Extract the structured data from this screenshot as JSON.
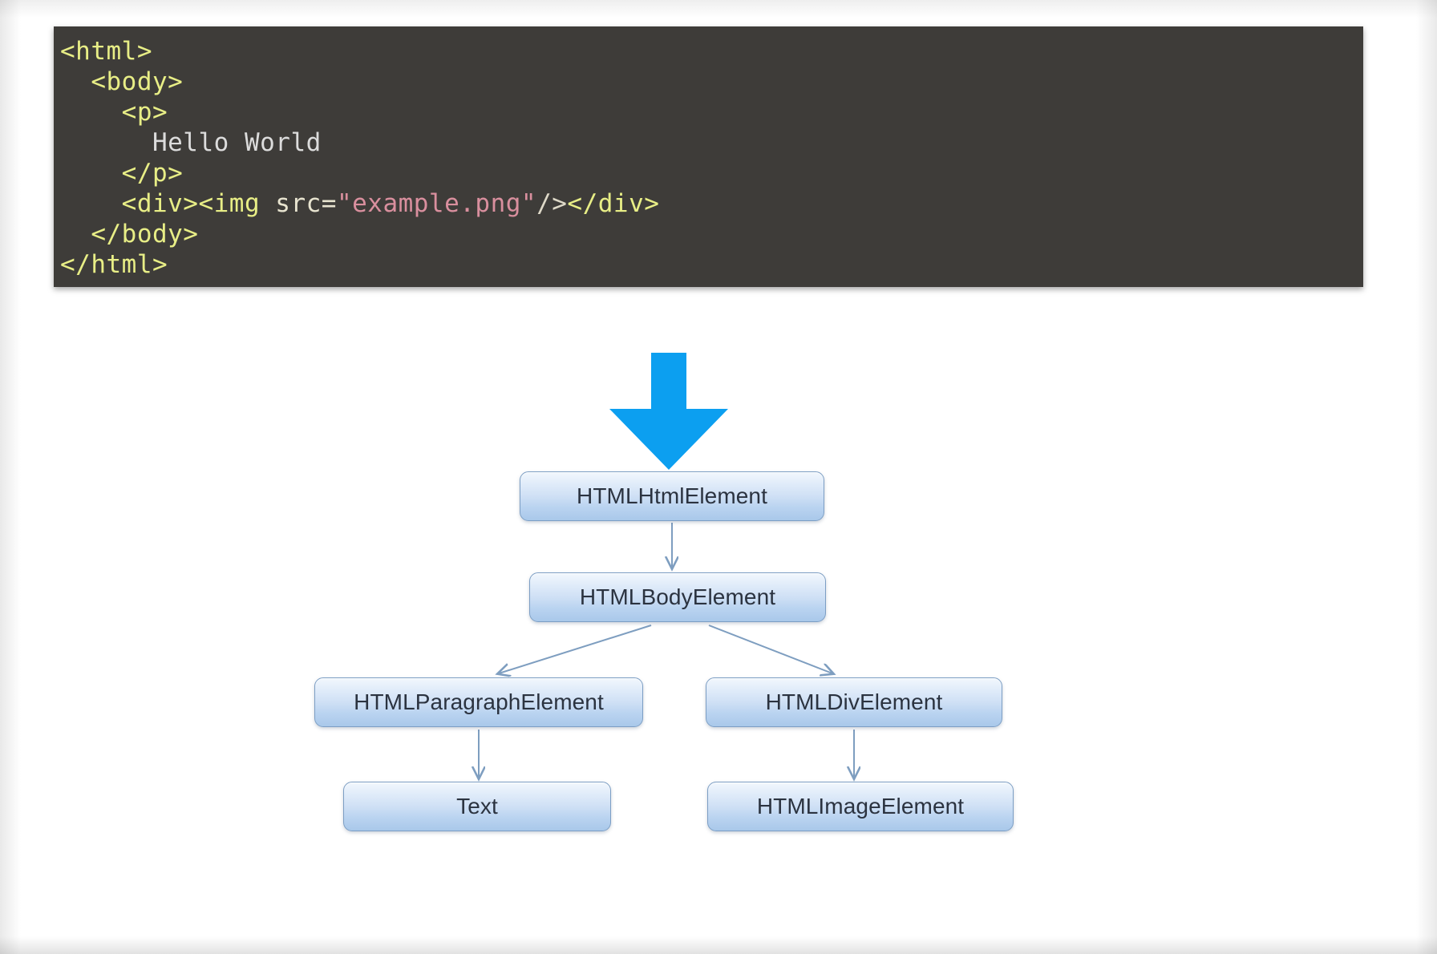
{
  "code_block": {
    "background": "#3e3c39",
    "language": "html",
    "lines": [
      [
        {
          "t": "<html>",
          "c": "tag"
        }
      ],
      [
        {
          "t": "  ",
          "c": "txt"
        },
        {
          "t": "<body>",
          "c": "tag"
        }
      ],
      [
        {
          "t": "    ",
          "c": "txt"
        },
        {
          "t": "<p>",
          "c": "tag"
        }
      ],
      [
        {
          "t": "      ",
          "c": "txt"
        },
        {
          "t": "Hello World",
          "c": "txt"
        }
      ],
      [
        {
          "t": "    ",
          "c": "txt"
        },
        {
          "t": "</p>",
          "c": "tag"
        }
      ],
      [
        {
          "t": "    ",
          "c": "txt"
        },
        {
          "t": "<div><img ",
          "c": "tag"
        },
        {
          "t": "src=",
          "c": "attr"
        },
        {
          "t": "\"example.png\"",
          "c": "str"
        },
        {
          "t": "/>",
          "c": "punc"
        },
        {
          "t": "</div>",
          "c": "tag"
        }
      ],
      [
        {
          "t": "  ",
          "c": "txt"
        },
        {
          "t": "</body>",
          "c": "tag"
        }
      ],
      [
        {
          "t": "</html>",
          "c": "tag"
        }
      ]
    ],
    "plain_text": "<html>\n  <body>\n    <p>\n      Hello World\n    </p>\n    <div><img src=\"example.png\"/></div>\n  </body>\n</html>",
    "colors": {
      "tag": "#e8ee86",
      "text": "#dcdcdc",
      "string": "#d98f9e",
      "attribute": "#e8e4d0"
    }
  },
  "transform_arrow": {
    "icon": "arrow-down-icon",
    "color": "#0c9ff0",
    "direction": "down"
  },
  "tree": {
    "title": "DOM tree",
    "node_fill_top": "#f2f7fd",
    "node_fill_bottom": "#a9c8ea",
    "node_border": "#7c9ec4",
    "edge_color": "#7e9ec0",
    "nodes": [
      {
        "id": "html",
        "label": "HTMLHtmlElement",
        "level": 0
      },
      {
        "id": "body",
        "label": "HTMLBodyElement",
        "level": 1
      },
      {
        "id": "p",
        "label": "HTMLParagraphElement",
        "level": 2
      },
      {
        "id": "div",
        "label": "HTMLDivElement",
        "level": 2
      },
      {
        "id": "text",
        "label": "Text",
        "level": 3
      },
      {
        "id": "img",
        "label": "HTMLImageElement",
        "level": 3
      }
    ],
    "edges": [
      {
        "from": "html",
        "to": "body"
      },
      {
        "from": "body",
        "to": "p"
      },
      {
        "from": "body",
        "to": "div"
      },
      {
        "from": "p",
        "to": "text"
      },
      {
        "from": "div",
        "to": "img"
      }
    ]
  }
}
